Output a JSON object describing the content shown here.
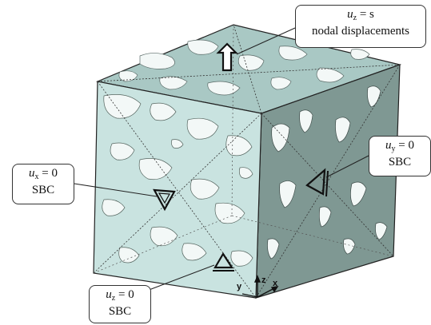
{
  "colors": {
    "front_face": "#c9e3e0",
    "top_face": "#a9c8c4",
    "right_face": "#7f9893",
    "pore_white": "#f3f8f7",
    "pore_shadow": "#4c5c59",
    "edge": "#222222"
  },
  "callouts": {
    "top": {
      "var": "u",
      "sub": "z",
      "rhs": "= s",
      "line2": "nodal displacements"
    },
    "left": {
      "var": "u",
      "sub": "x",
      "rhs": "= 0",
      "line2": "SBC"
    },
    "right": {
      "var": "u",
      "sub": "y",
      "rhs": "= 0",
      "line2": "SBC"
    },
    "bottom": {
      "var": "u",
      "sub": "z",
      "rhs": "= 0",
      "line2": "SBC"
    }
  },
  "axes": {
    "y": "y",
    "z": "z",
    "x": "x"
  },
  "icons": {
    "top_arrow": "up-arrow-icon",
    "left_marker": "triangle-down-icon",
    "right_marker": "triangle-left-icon",
    "bottom_marker": "triangle-up-icon"
  }
}
